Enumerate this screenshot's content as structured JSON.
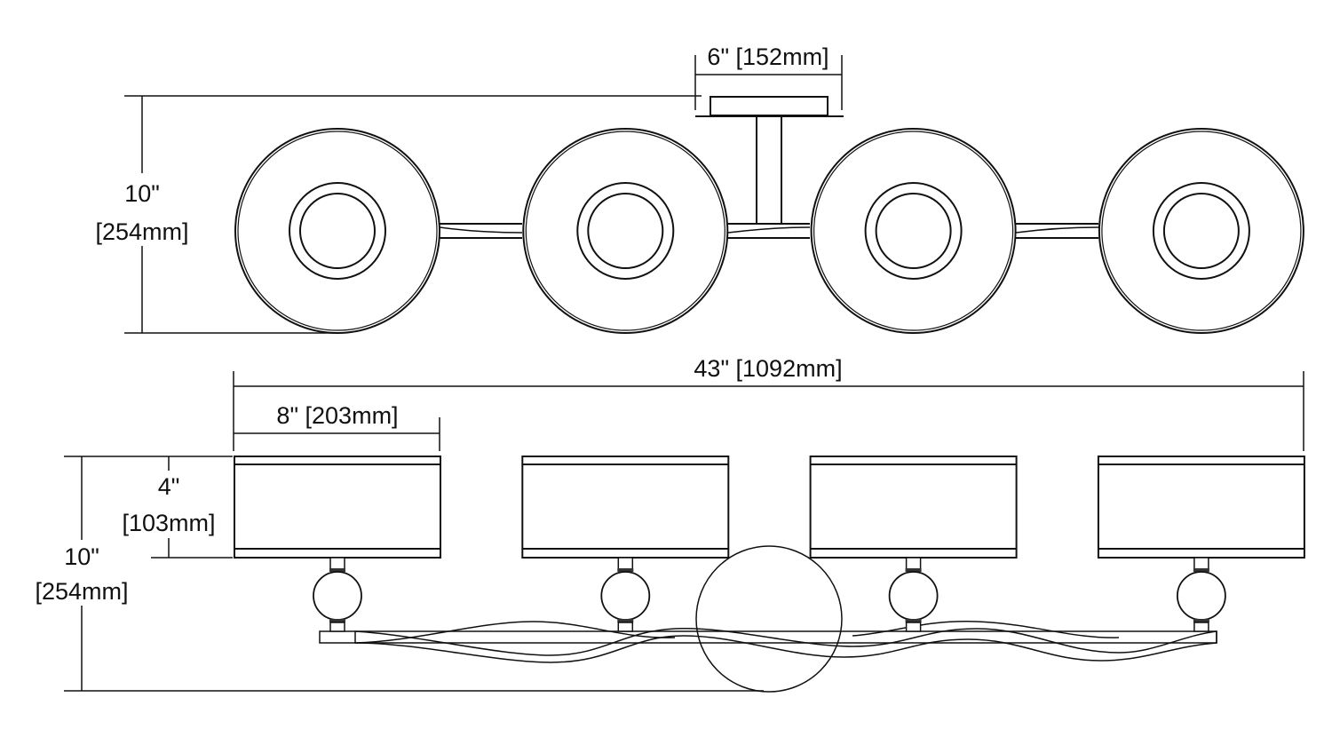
{
  "dimensions": {
    "canopy_width": "6\" [152mm]",
    "top_height_in": "10\"",
    "top_height_mm": "[254mm]",
    "overall_width": "43\" [1092mm]",
    "shade_width": "8\" [203mm]",
    "shade_height_in": "4\"",
    "shade_height_mm": "[103mm]",
    "front_height_in": "10\"",
    "front_height_mm": "[254mm]"
  },
  "lamp_count": 4
}
